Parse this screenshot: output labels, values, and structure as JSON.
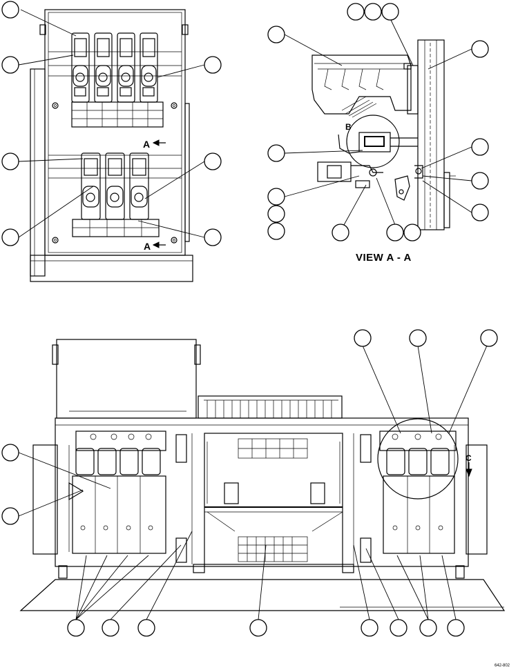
{
  "views": {
    "section_a_title": "VIEW A - A"
  },
  "markers": {
    "section_a": "A",
    "detail_b": "B",
    "detail_c": "C"
  },
  "drawing_id": "642-802"
}
